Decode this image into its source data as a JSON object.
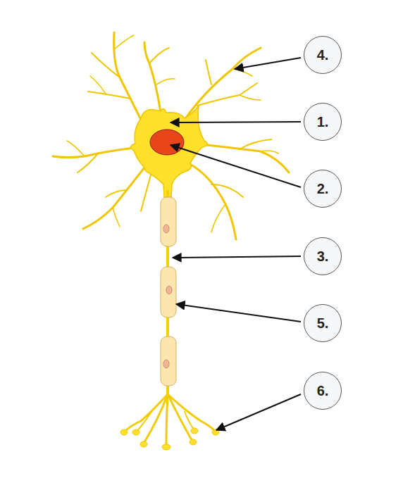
{
  "diagram": {
    "nodes": [
      {
        "text": [
          "4."
        ]
      },
      {
        "text": [
          "1."
        ]
      },
      {
        "text": [
          "2."
        ]
      },
      {
        "text": [
          "3."
        ]
      },
      {
        "text": [
          "5."
        ]
      },
      {
        "text": [
          "6."
        ]
      }
    ]
  }
}
